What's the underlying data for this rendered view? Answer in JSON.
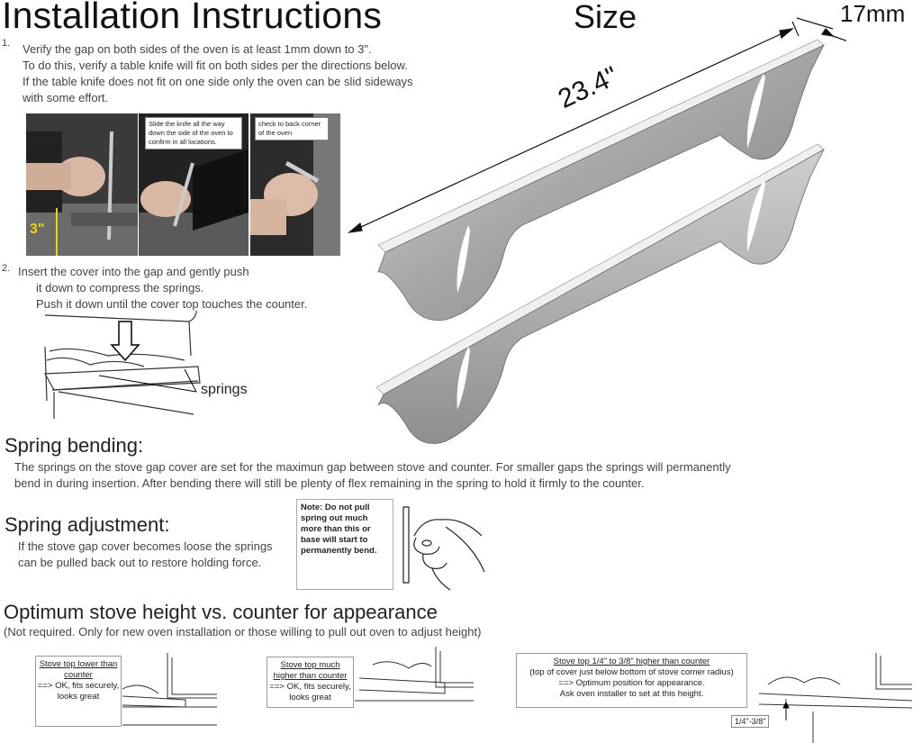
{
  "header": {
    "title": "Installation Instructions",
    "size_title": "Size",
    "dim_width": "17mm",
    "dim_length": "23.4\""
  },
  "step1": {
    "number": "1.",
    "lines": [
      "Verify the gap on both sides of the oven is at least 1mm down to 3\".",
      "To do this, verify a table knife will fit on both sides per the directions below.",
      "If the table knife does not fit on one side only the oven can be slid sideways",
      "with some effort."
    ],
    "photo_label": "3\"",
    "callout_slide": "Slide the knife all the way down the side of the oven to confirm in all locations.",
    "callout_check": "check to back corner of the oven"
  },
  "step2": {
    "number": "2.",
    "lines": [
      "Insert the cover into the gap and gently push",
      "it down to compress the springs.",
      "Push it down until the cover top touches the counter."
    ],
    "springs_label": "springs"
  },
  "spring_bending": {
    "heading": "Spring bending:",
    "lines": [
      "The springs on the stove gap cover are set for the maximun gap between stove and counter.  For smaller gaps the springs will permanently",
      "bend in during insertion.  After bending there will still be plenty of flex remaining in the spring to hold it firmly to the counter."
    ]
  },
  "spring_adjustment": {
    "heading": "Spring adjustment:",
    "lines": [
      "If the stove gap cover becomes loose the springs",
      "can be pulled back out to restore holding force."
    ],
    "note": "Note:  Do not pull spring out much more than this or base will start to permanently bend."
  },
  "optimum": {
    "heading": "Optimum stove height vs. counter for appearance",
    "subheading": "(Not required.  Only for new oven installation or those willing to pull out oven to adjust height)",
    "panel1": {
      "title": "Stove top lower than counter",
      "body": "==> OK, fits securely, looks great"
    },
    "panel2": {
      "title": "Stove top  much higher than counter",
      "body": "==> OK, fits securely, looks great"
    },
    "panel3": {
      "title": "Stove top  1/4\"  to 3/8\" higher than counter",
      "body1": "(top of cover just below bottom of stove corner radius)",
      "body2": "==>  Optimum  position for appearance.",
      "body3": "Ask oven installer to set at this height."
    },
    "dim_label": "1/4\"-3/8\""
  }
}
